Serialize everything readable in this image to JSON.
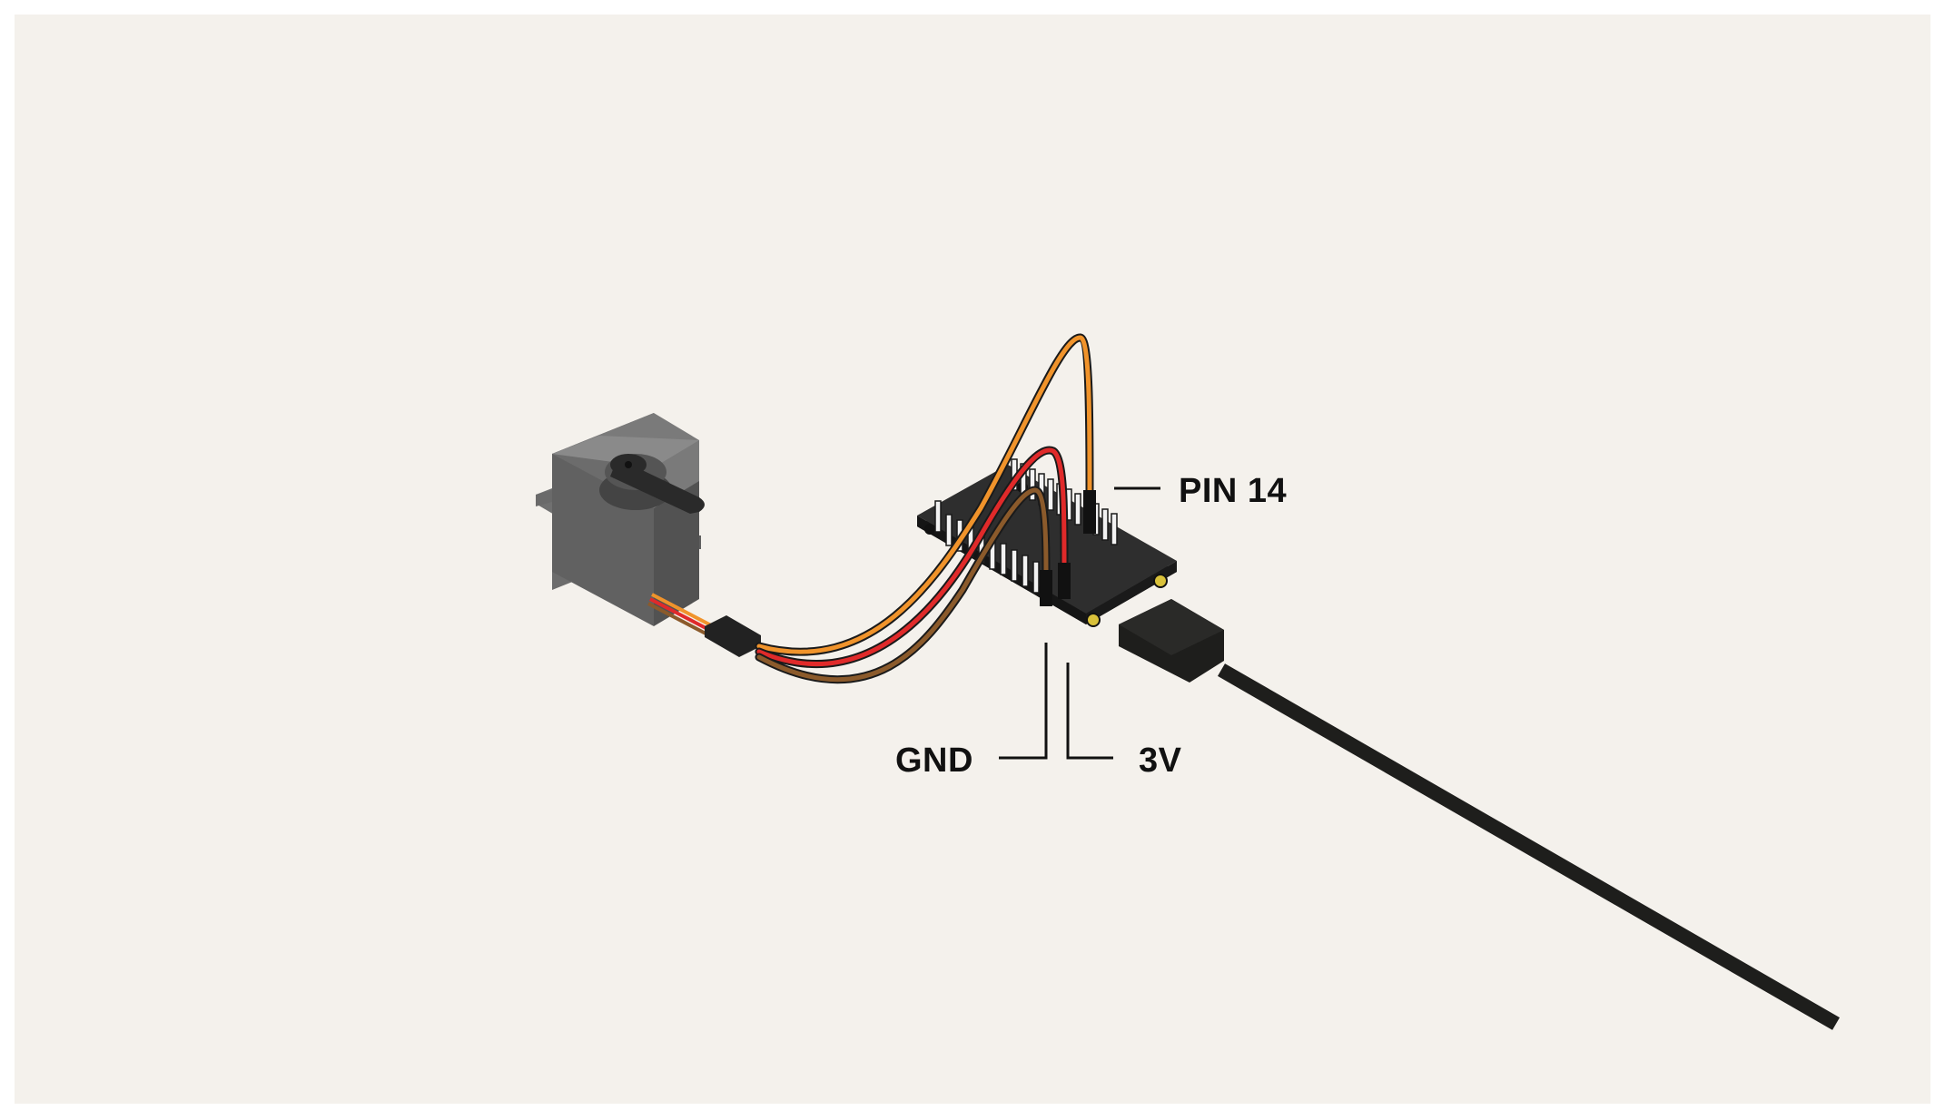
{
  "labels": {
    "signal": "PIN 14",
    "ground": "GND",
    "power": "3V"
  },
  "colors": {
    "background": "#f4f1ec",
    "board": "#2b2b2b",
    "servo_body": "#6a6a6a",
    "cable": "#1e1e1c",
    "wire_signal": "#f0932b",
    "wire_power": "#e02a2a",
    "wire_ground": "#8b5a2b",
    "pad_gold": "#d9c13a"
  },
  "components": {
    "servo": "servo-motor",
    "board": "microcontroller-board",
    "cable": "usb-cable",
    "connector": "servo-connector"
  }
}
